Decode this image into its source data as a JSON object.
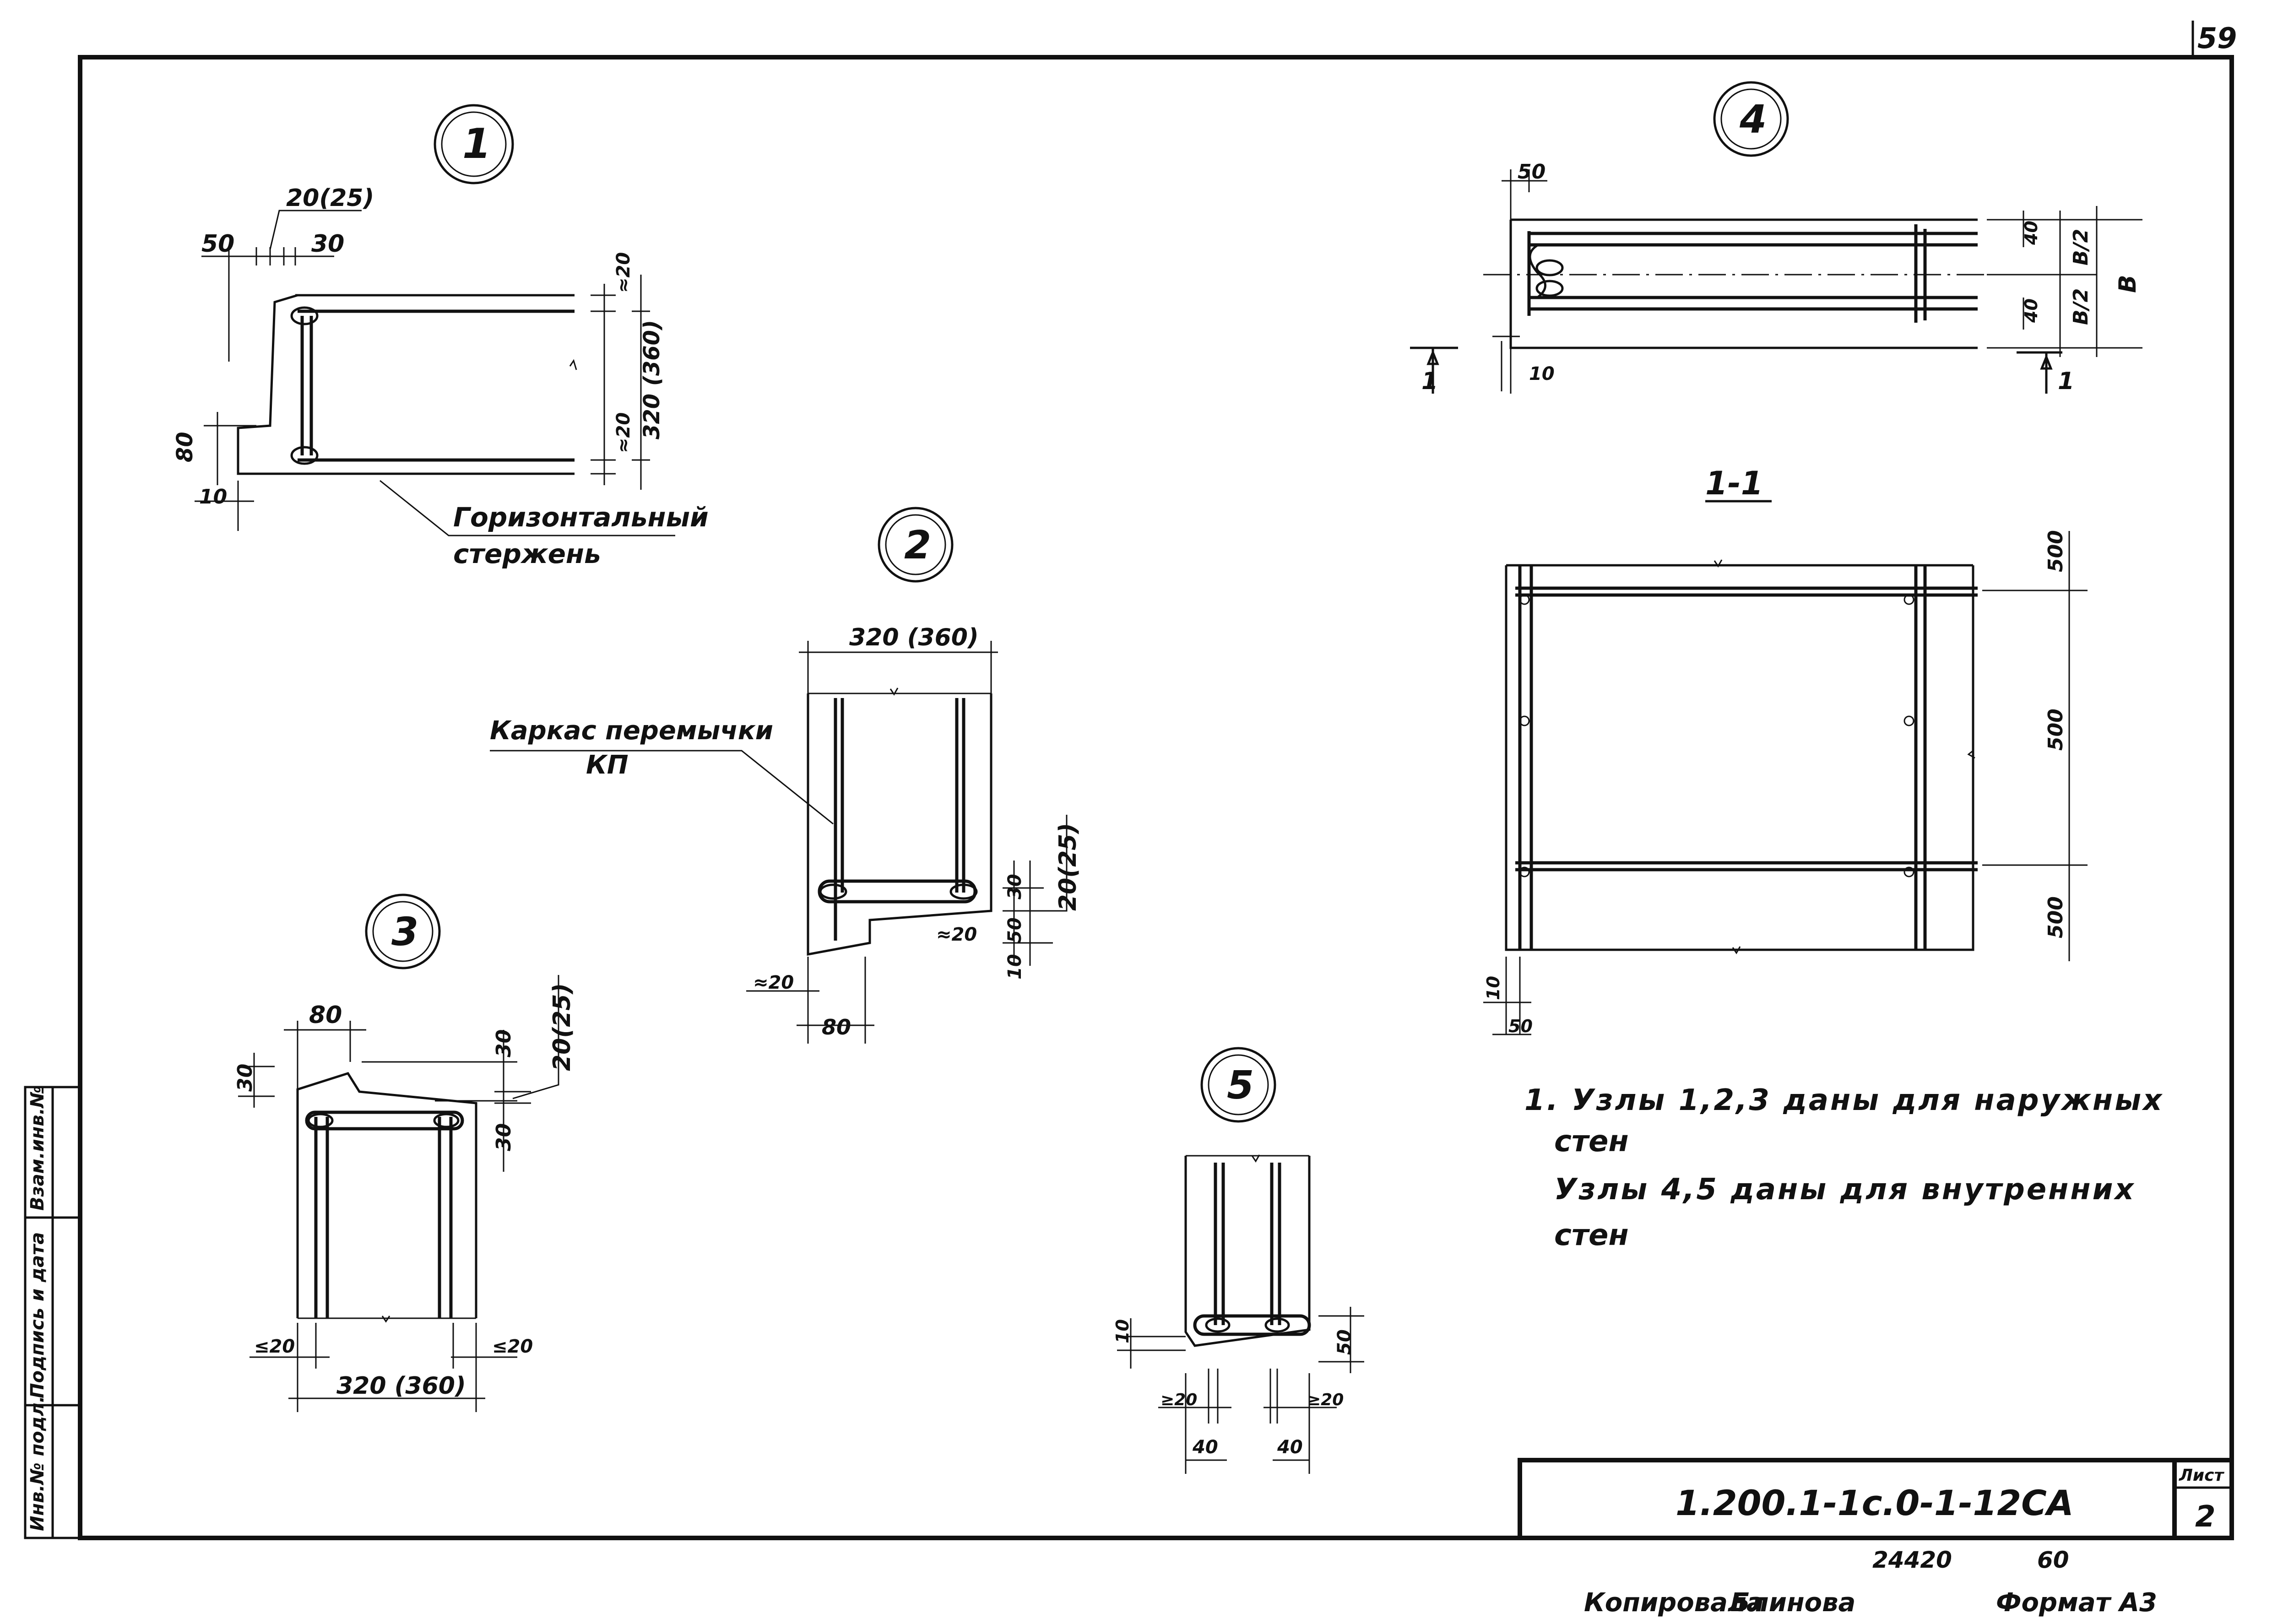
{
  "sheet_number": "59",
  "nodes": {
    "n1": "1",
    "n2": "2",
    "n3": "3",
    "n4": "4",
    "n5": "5"
  },
  "node1": {
    "dim_a": "20(25)",
    "dim_b": "50",
    "dim_c": "30",
    "dim_d": "≈20",
    "dim_e": "320 (360)",
    "dim_f": "≈20",
    "dim_g": "80",
    "dim_h": "10",
    "callout_line1": "Горизонтальный",
    "callout_line2": "стержень"
  },
  "node2": {
    "dim_top": "320 (360)",
    "callout_line1": "Каркас перемычки",
    "callout_line2": "КП",
    "dim_a": "20(25)",
    "dim_b": "30",
    "dim_c": "50",
    "dim_d": "≈20",
    "dim_e": "10",
    "dim_f": "≈20",
    "dim_g": "80"
  },
  "node3": {
    "dim_a": "80",
    "dim_b": "30",
    "dim_c": "30",
    "dim_d": "20(25)",
    "dim_e": "30",
    "dim_f": "≤20",
    "dim_g": "≤20",
    "dim_h": "320 (360)"
  },
  "node4": {
    "dim_a": "50",
    "dim_b": "40",
    "dim_c": "B/2",
    "dim_d": "B",
    "dim_e": "40",
    "dim_f": "B/2",
    "dim_g": "10",
    "cut_left": "1",
    "cut_right": "1"
  },
  "section": {
    "title": "1-1",
    "dim_a": "500",
    "dim_b": "500",
    "dim_c": "500",
    "dim_d": "10",
    "dim_e": "50"
  },
  "node5": {
    "dim_a": "10",
    "dim_b": "50",
    "dim_c": "≥20",
    "dim_d": "≥20",
    "dim_e": "40",
    "dim_f": "40"
  },
  "notes": {
    "line1": "1. Узлы 1,2,3 даны для наружных",
    "line2": "стен",
    "line3": "Узлы 4,5 даны для внутренних",
    "line4": "стен"
  },
  "sidebar": {
    "inv_podl": "Инв.№ подл.",
    "podpis": "Подпись и дата",
    "vzam": "Взам.инв.№"
  },
  "title_block": {
    "code": "1.200.1-1с.0-1-12СА",
    "sheet_label": "Лист",
    "sheet_value": "2"
  },
  "footer": {
    "num1": "24420",
    "num2": "60",
    "copied": "Копировала",
    "name": "Блинова",
    "format": "Формат А3"
  }
}
